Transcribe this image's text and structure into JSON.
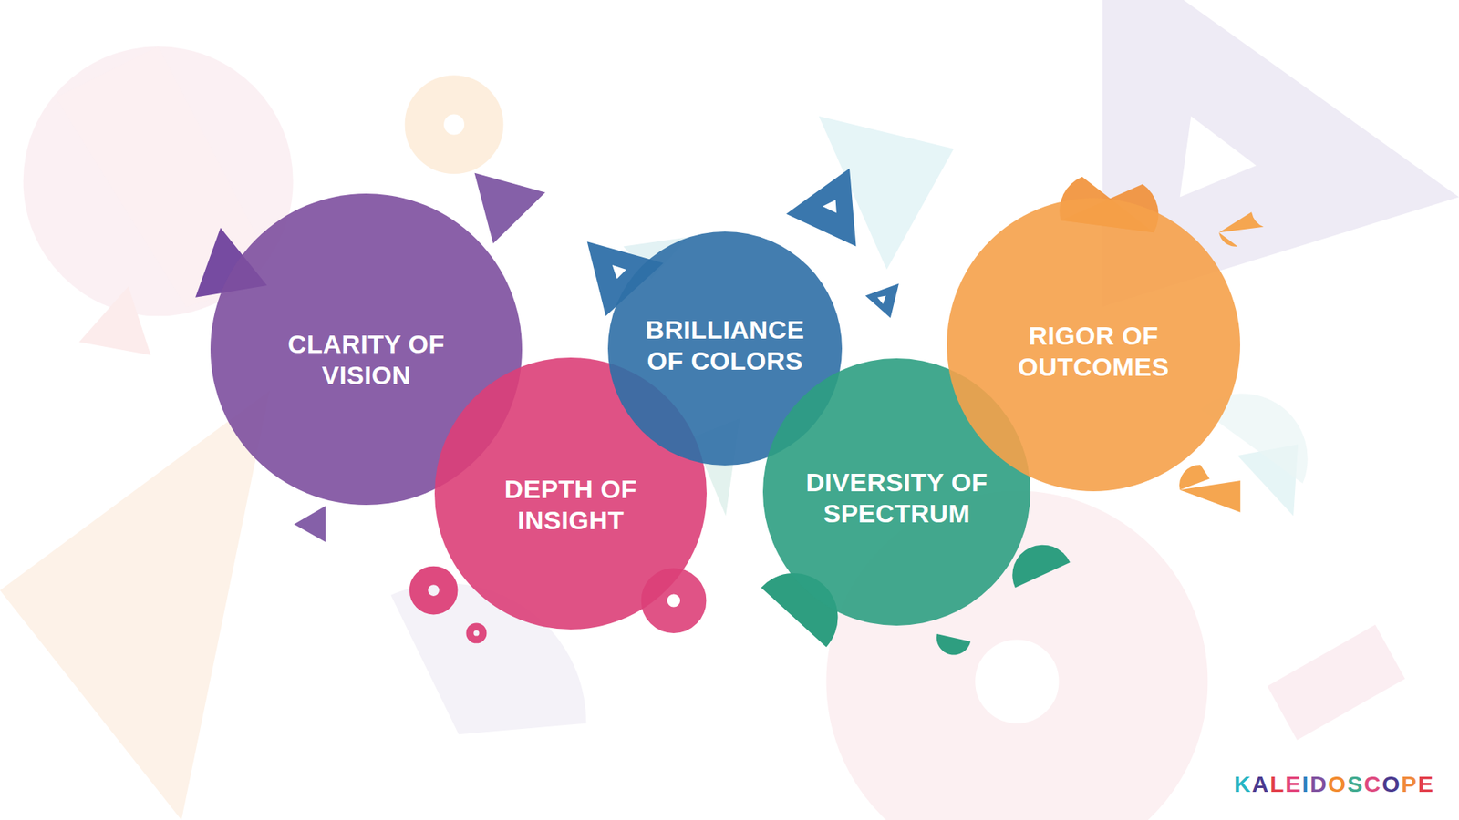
{
  "diagram": {
    "nodes": [
      {
        "text": [
          "CLARITY OF VISION"
        ]
      },
      {
        "text": [
          "DEPTH OF INSIGHT"
        ]
      },
      {
        "text": [
          "BRILLIANCE OF COLORS"
        ]
      },
      {
        "text": [
          "DIVERSITY OF SPECTRUM"
        ]
      },
      {
        "text": [
          "RIGOR OF OUTCOMES"
        ]
      }
    ],
    "labels": [
      "KALEIDOSCOPE"
    ]
  }
}
